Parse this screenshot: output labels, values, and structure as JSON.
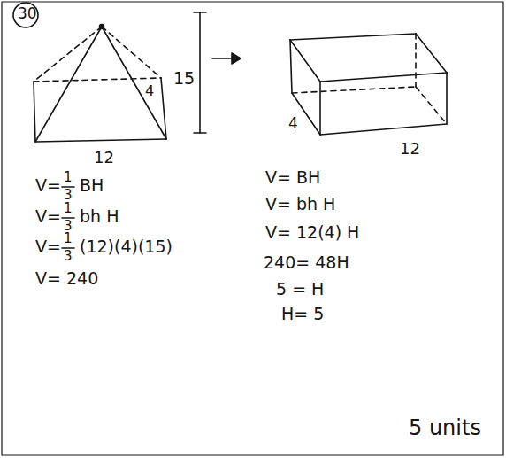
{
  "diagram": {
    "labels": [
      "30",
      "15",
      "4",
      "12",
      "4",
      "12",
      "V=",
      "1",
      "3",
      "BH",
      "V=",
      "1",
      "3",
      "bh H",
      "V=",
      "1",
      "3",
      "(12)(4)(15)",
      "V= 240",
      "V= BH",
      "V= bh H",
      "V= 12(4) H",
      "240= 48H",
      "5 = H",
      "H= 5",
      "5 units"
    ]
  }
}
